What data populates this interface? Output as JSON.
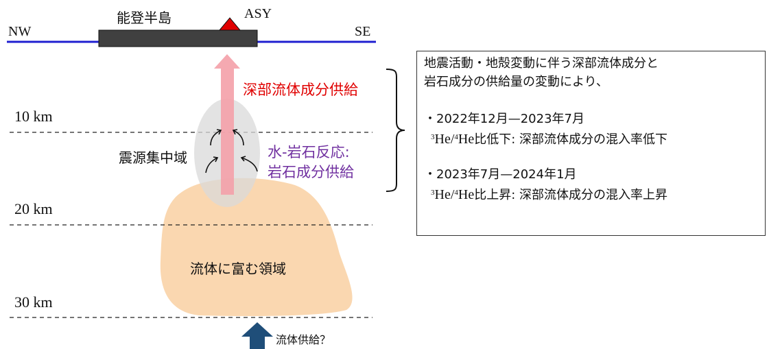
{
  "peninsula_label": "能登半島",
  "station_label": "ASY",
  "direction_left": "NW",
  "direction_right": "SE",
  "depth_labels": [
    "10 km",
    "20 km",
    "30 km"
  ],
  "upflow_label": "深部流体成分供給",
  "reaction_label_line1": "水-岩石反応:",
  "reaction_label_line2": "岩石成分供給",
  "seismic_zone_label": "震源集中域",
  "fluid_region_label": "流体に富む領域",
  "fluid_supply_label": "流体供給？",
  "info": {
    "line1": "地震活動・地殻変動に伴う深部流体成分と",
    "line2": "岩石成分の供給量の変動により、",
    "period1": "・2022年12月—2023年7月",
    "period1_ratio_a": "3",
    "period1_ratio_b": "He/",
    "period1_ratio_c": "4",
    "period1_ratio_d": "He",
    "period1_desc": "比低下: 深部流体成分の混入率低下",
    "period2": "・2023年7月—2024年1月",
    "period2_ratio_a": "3",
    "period2_ratio_b": "He/",
    "period2_ratio_c": "4",
    "period2_ratio_d": "He",
    "period2_desc": "比上昇: 深部流体成分の混入率上昇"
  },
  "colors": {
    "surface_line": "#1f1fd0",
    "peninsula": "#404040",
    "station": "#e00000",
    "upflow_arrow": "#f4a0a8",
    "upflow_text": "#e00000",
    "reaction_text": "#7030a0",
    "seismic_zone": "#d9d9d9",
    "fluid_region": "#fad7b0",
    "supply_arrow": "#1f4e79"
  }
}
